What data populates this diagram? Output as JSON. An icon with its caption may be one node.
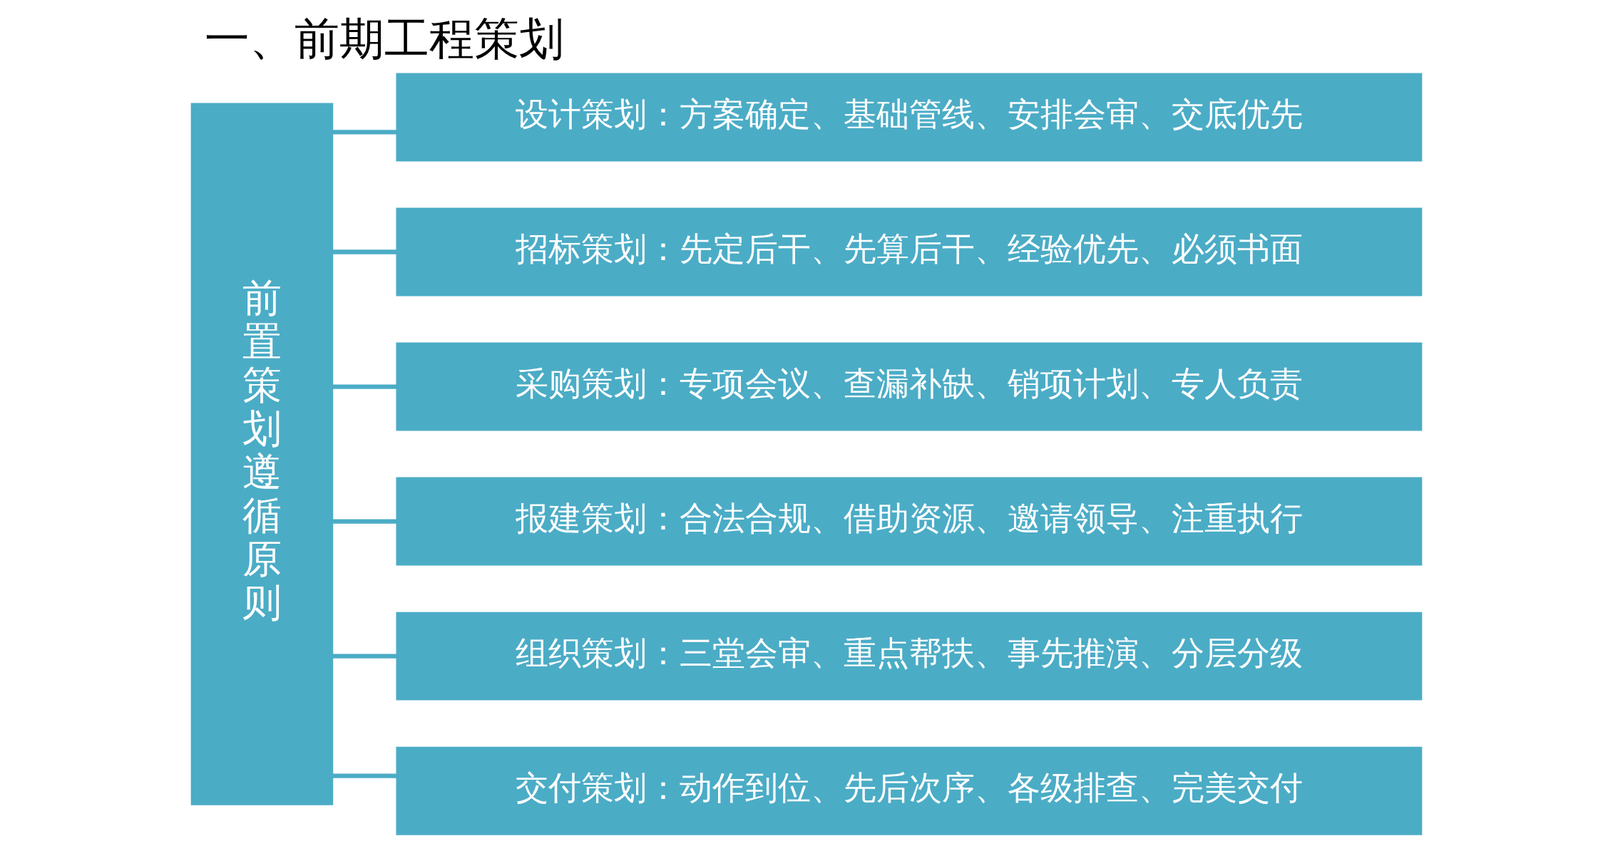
{
  "diagram": {
    "title": "一、前期工程策划",
    "nodes": [
      {
        "text": [
          "前置策划遵循原则"
        ]
      },
      {
        "text": [
          "设计策划：方案确定、基础管线、安排会审、交底优先"
        ]
      },
      {
        "text": [
          "招标策划：先定后干、先算后干、经验优先、必须书面"
        ]
      },
      {
        "text": [
          "采购策划：专项会议、查漏补缺、销项计划、专人负责"
        ]
      },
      {
        "text": [
          "报建策划：合法合规、借助资源、邀请领导、注重执行"
        ]
      },
      {
        "text": [
          "组织策划：三堂会审、重点帮扶、事先推演、分层分级"
        ]
      },
      {
        "text": [
          "交付策划：动作到位、先后次序、各级排查、完美交付"
        ]
      }
    ],
    "edges": [
      {
        "from": 0,
        "to": 1,
        "arrow": "none"
      },
      {
        "from": 0,
        "to": 2,
        "arrow": "none"
      },
      {
        "from": 0,
        "to": 3,
        "arrow": "none"
      },
      {
        "from": 0,
        "to": 4,
        "arrow": "none"
      },
      {
        "from": 0,
        "to": 5,
        "arrow": "none"
      },
      {
        "from": 0,
        "to": 6,
        "arrow": "none"
      }
    ]
  }
}
